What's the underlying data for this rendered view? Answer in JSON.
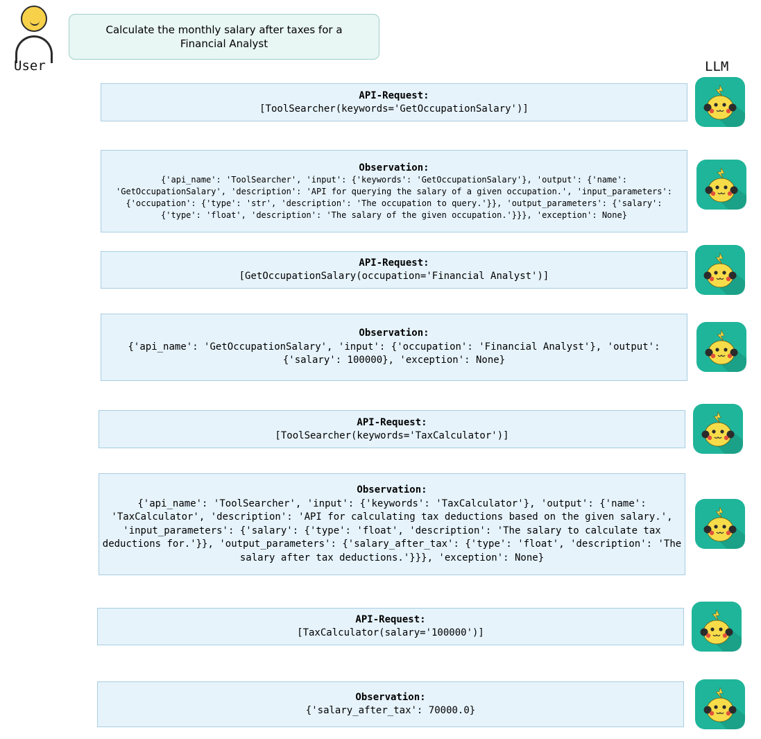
{
  "user": {
    "label": "User",
    "query": "Calculate the monthly salary after taxes for a Financial Analyst"
  },
  "llm": {
    "label": "LLM"
  },
  "messages": [
    {
      "title": "API-Request:",
      "text": "[ToolSearcher(keywords='GetOccupationSalary')]"
    },
    {
      "title": "Observation:",
      "text": "{'api_name': 'ToolSearcher', 'input': {'keywords': 'GetOccupationSalary'}, 'output': {'name': 'GetOccupationSalary', 'description': 'API for querying the salary of a given occupation.', 'input_parameters': {'occupation': {'type': 'str', 'description': 'The occupation to query.'}}, 'output_parameters': {'salary': {'type': 'float', 'description': 'The salary of the given occupation.'}}}, 'exception': None}"
    },
    {
      "title": "API-Request:",
      "text": "[GetOccupationSalary(occupation='Financial Analyst')]"
    },
    {
      "title": "Observation:",
      "text": "{'api_name': 'GetOccupationSalary', 'input': {'occupation': 'Financial Analyst'}, 'output': {'salary': 100000}, 'exception': None}"
    },
    {
      "title": "API-Request:",
      "text": "[ToolSearcher(keywords='TaxCalculator')]"
    },
    {
      "title": "Observation:",
      "text": "{'api_name': 'ToolSearcher', 'input': {'keywords': 'TaxCalculator'}, 'output': {'name': 'TaxCalculator', 'description': 'API for calculating tax deductions based on the given salary.', 'input_parameters': {'salary': {'type': 'float', 'description': 'The salary to calculate tax deductions for.'}}, 'output_parameters': {'salary_after_tax': {'type': 'float', 'description': 'The salary after tax deductions.'}}}, 'exception': None}"
    },
    {
      "title": "API-Request:",
      "text": "[TaxCalculator(salary='100000')]"
    },
    {
      "title": "Observation:",
      "text": "{'salary_after_tax': 70000.0}"
    }
  ],
  "colors": {
    "message_fill": "#e6f3fb",
    "message_border": "#a8cde0",
    "query_fill": "#e8f6f4",
    "llm_icon_bg": "#1fb59a",
    "llm_icon_face": "#f7dc4a"
  }
}
